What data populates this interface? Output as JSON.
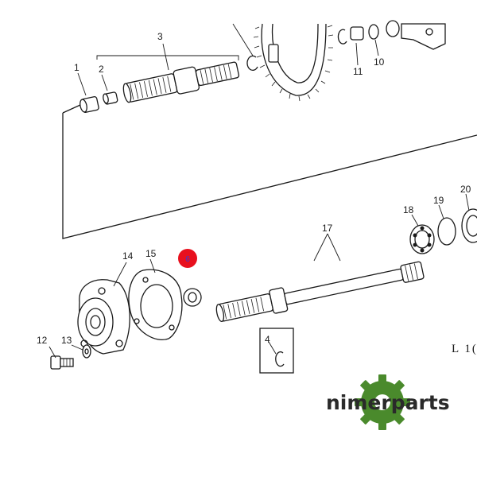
{
  "diagram": {
    "callouts": [
      {
        "id": "c1",
        "label": "1"
      },
      {
        "id": "c2",
        "label": "2"
      },
      {
        "id": "c3",
        "label": "3"
      },
      {
        "id": "c4",
        "label": "4"
      },
      {
        "id": "c10",
        "label": "10"
      },
      {
        "id": "c11",
        "label": "11"
      },
      {
        "id": "c12",
        "label": "12"
      },
      {
        "id": "c13",
        "label": "13"
      },
      {
        "id": "c14",
        "label": "14"
      },
      {
        "id": "c15",
        "label": "15"
      },
      {
        "id": "c17",
        "label": "17"
      },
      {
        "id": "c18",
        "label": "18"
      },
      {
        "id": "c19",
        "label": "19"
      },
      {
        "id": "c20",
        "label": "20"
      }
    ],
    "highlight_marker": {
      "label": "6",
      "color": "#e8101e",
      "label_color": "#3a3ad0"
    },
    "reference_code": "L 1("
  },
  "brand": {
    "name": "nimerparts",
    "gear_color": "#4a8a2c"
  }
}
